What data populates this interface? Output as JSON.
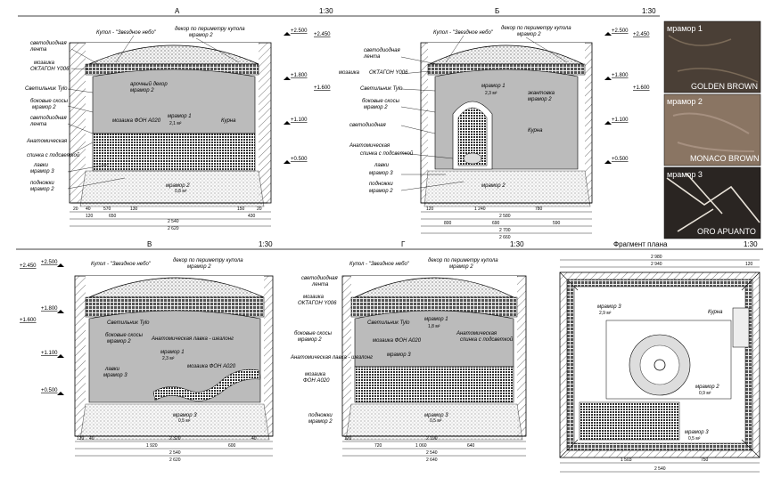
{
  "sheet": {
    "sections": [
      {
        "letter": "А",
        "scale": "1:30"
      },
      {
        "letter": "Б",
        "scale": "1:30"
      },
      {
        "letter": "В",
        "scale": "1:30"
      },
      {
        "letter": "Г",
        "scale": "1:30"
      },
      {
        "letter": "Фрагмент плана",
        "scale": "1:30"
      }
    ]
  },
  "labels": {
    "dome": "Купол - \"Звездное небо\"",
    "dome_decor": "декор по периметру купола",
    "marble2": "мрамор 2",
    "marble1": "мрамор 1",
    "marble3": "мрамор 3",
    "led_strip": "светодиодная",
    "led_strip2": "лента",
    "mosaic": "мозаика",
    "octagon": "ОКТАГОН Y006",
    "lamp_tylo": "Светильник Tylo",
    "side_bevels": "боковые скосы",
    "anatomic_back": "Анатомическая",
    "spinka_light": "спинка с подсветкой",
    "benches": "лавки",
    "podnozh": "подножки",
    "arch_decor": "арочный декор",
    "mosaic_fon": "мозаика ФОН A020",
    "kurna": "Курна",
    "ekantovka": "экантовка",
    "anat_lavka": "Анатомическая лавка - шезлонг",
    "fon": "ФОН A020"
  },
  "levels": [
    "+2.500",
    "+2.450",
    "+1.800",
    "+1.600",
    "+1.100",
    "+0.500"
  ],
  "dims": {
    "a_bottom": [
      "20",
      "40",
      "570",
      "130",
      "150",
      "20",
      "120",
      "650",
      "2 540",
      "2 620",
      "430"
    ],
    "b_bottom": [
      "120",
      "1 240",
      "780",
      "2 580",
      "800",
      "690",
      "590",
      "2 700",
      "2 660"
    ],
    "v_bottom": [
      "120",
      "40",
      "1 920",
      "2 320",
      "600",
      "40",
      "2 540",
      "2 620"
    ],
    "g_bottom": [
      "120",
      "720",
      "1 060",
      "2 190",
      "640",
      "2 540",
      "2 640"
    ],
    "plan": [
      "2 980",
      "2 940",
      "1 503",
      "2 540",
      "750",
      "120"
    ],
    "areas": [
      "2,1 м²",
      "2,3 м²",
      "0,8 м²",
      "1,8 м²",
      "2,9 м²",
      "0,9 м²",
      "0,5 м²"
    ]
  },
  "swatches": [
    {
      "tag": "мрамор 1",
      "name": "GOLDEN BROWN",
      "color": "#4a3f36"
    },
    {
      "tag": "мрамор 2",
      "name": "MONACO BROWN",
      "color": "#8a7563"
    },
    {
      "tag": "мрамор 3",
      "name": "ORO APUANTO",
      "color": "#2a2522"
    }
  ]
}
